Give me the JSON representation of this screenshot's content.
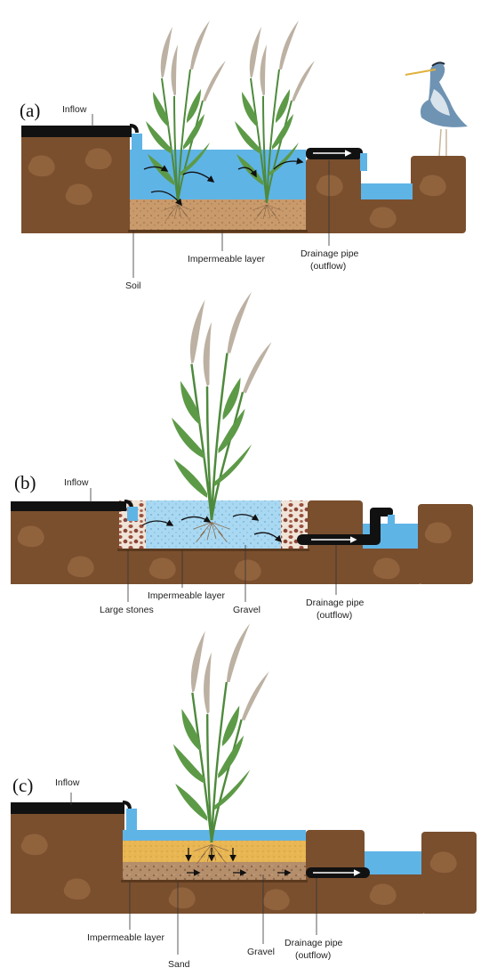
{
  "colors": {
    "earth": "#7a4f2e",
    "earth_dark": "#5b391e",
    "earth_patch": "#9a6a43",
    "water": "#5fb4e6",
    "water_light": "#a9d8f2",
    "soil": "#c99a6b",
    "sand": "#e8b653",
    "gravel": "#b58e6c",
    "pipe": "#111111",
    "reed_stem": "#4e8a3c",
    "reed_plume": "#b9ad9e",
    "heron": "#6f93b3"
  },
  "panel_a": {
    "label": "(a)",
    "inflow": "Inflow",
    "impermeable": "Impermeable layer",
    "soil": "Soil",
    "drain_line1": "Drainage pipe",
    "drain_line2": "(outflow)"
  },
  "panel_b": {
    "label": "(b)",
    "inflow": "Inflow",
    "impermeable": "Impermeable layer",
    "stones": "Large stones",
    "gravel": "Gravel",
    "drain_line1": "Drainage pipe",
    "drain_line2": "(outflow)"
  },
  "panel_c": {
    "label": "(c)",
    "inflow": "Inflow",
    "impermeable": "Impermeable layer",
    "sand": "Sand",
    "gravel": "Gravel",
    "drain_line1": "Drainage pipe",
    "drain_line2": "(outflow)"
  },
  "icons": [
    "reed-plant-icon",
    "heron-icon",
    "flow-arrow-icon"
  ]
}
